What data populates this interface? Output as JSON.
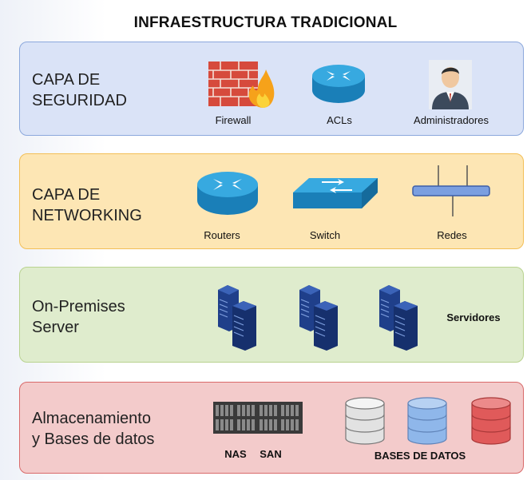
{
  "title": "INFRAESTRUCTURA TRADICIONAL",
  "layers": {
    "security": {
      "label_line1": "CAPA DE",
      "label_line2": "SEGURIDAD",
      "items": {
        "firewall": "Firewall",
        "acls": "ACLs",
        "admins": "Administradores"
      }
    },
    "networking": {
      "label_line1": "CAPA DE",
      "label_line2": "NETWORKING",
      "items": {
        "routers": "Routers",
        "switch": "Switch",
        "redes": "Redes"
      }
    },
    "server": {
      "label_line1": "On-Premises",
      "label_line2": "Server",
      "items": {
        "servidores": "Servidores"
      }
    },
    "storage": {
      "label_line1": "Almacenamiento",
      "label_line2": "y Bases de datos",
      "items": {
        "nas": "NAS",
        "san": "SAN",
        "bases": "BASES DE DATOS"
      }
    }
  },
  "colors": {
    "security_bg": "#dae3f7",
    "network_bg": "#fde6b4",
    "server_bg": "#dfeccd",
    "storage_bg": "#f3cbcb",
    "device_blue": "#2f9fd8",
    "server_navy": "#1f3f8a"
  }
}
